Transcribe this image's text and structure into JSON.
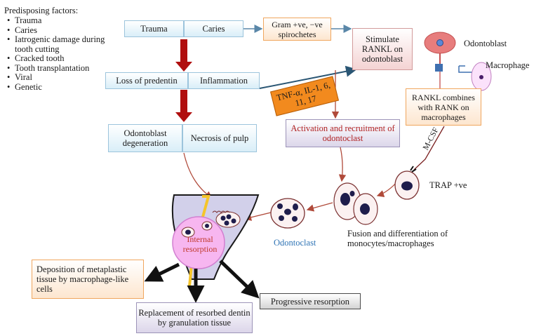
{
  "predisposing": {
    "title": "Predisposing factors:",
    "items": [
      "Trauma",
      "Caries",
      "Iatrogenic damage during tooth cutting",
      "Cracked tooth",
      "Tooth transplantation",
      "Viral",
      "Genetic"
    ]
  },
  "boxes": {
    "trauma": "Trauma",
    "caries": "Caries",
    "gram": "Gram +ve, −ve spirochetes",
    "stimulate": "Stimulate RANKL on odontoblast",
    "loss_predentin": "Loss of predentin",
    "inflammation": "Inflammation",
    "cytokines": "TNF-α, IL-1, 6, 11, 17",
    "activation": "Activation and recruitment of odontoclast",
    "rankl_combines": "RANKL combines with RANK on macrophages",
    "odontoblast_degeneration": "Odontoblast degeneration",
    "necrosis": "Necrosis of pulp",
    "deposition": "Deposition of metaplastic tissue by macrophage-like cells",
    "replacement": "Replacement of resorbed dentin by granulation tissue",
    "progressive": "Progressive resorption"
  },
  "labels": {
    "odontoblast": "Odontoblast",
    "macrophage": "Macrophage",
    "mcsf": "M-CSF",
    "trap": "TRAP +ve",
    "fusion": "Fusion and differentiation of monocytes/macrophages",
    "odontoclast": "Odontoclast",
    "internal": "Internal resorption"
  },
  "colors": {
    "thick_arrow": "#b00f0f",
    "thin_arrow": "#b04a3a",
    "odontoclast_label": "#2f74b5",
    "internal_label": "#c0392b",
    "activation_text": "#b02222",
    "resorption_circle": "#f7b6f0"
  }
}
